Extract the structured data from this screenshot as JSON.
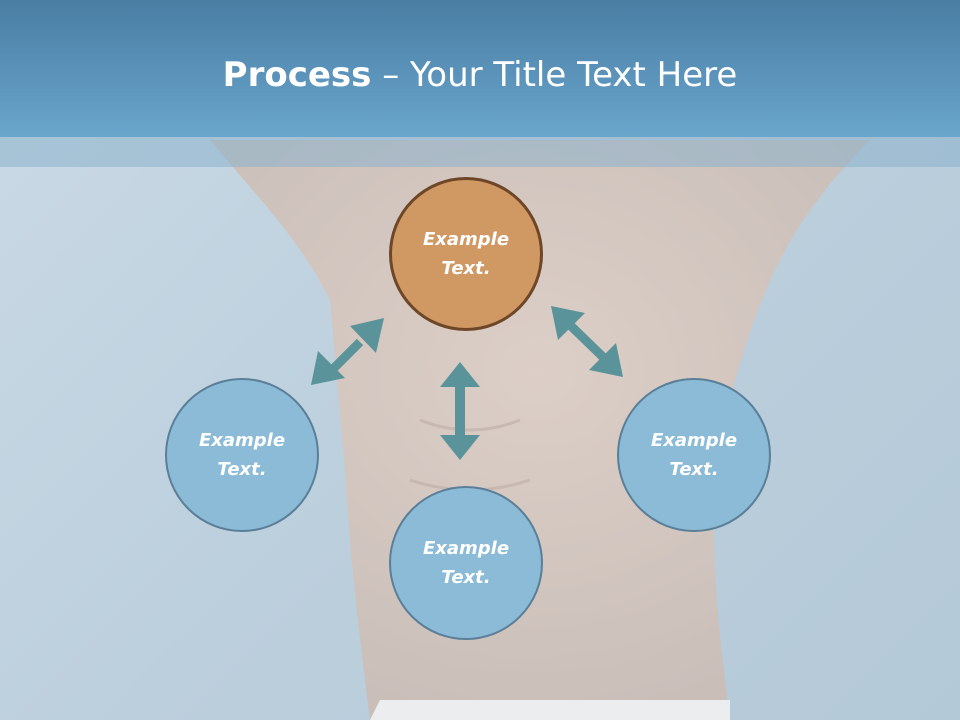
{
  "slide": {
    "title_bold": "Process",
    "title_dash": " – ",
    "title_rest": "Your Title Text Here"
  },
  "diagram": {
    "nodes": [
      {
        "id": "top",
        "text": "Example Text.",
        "color": "#d09964"
      },
      {
        "id": "left",
        "text": "Example Text.",
        "color": "#8bbbd6"
      },
      {
        "id": "bottom",
        "text": "Example Text.",
        "color": "#8bbbd6"
      },
      {
        "id": "right",
        "text": "Example Text.",
        "color": "#8bbbd6"
      }
    ],
    "arrow_color": "#5a9399"
  }
}
